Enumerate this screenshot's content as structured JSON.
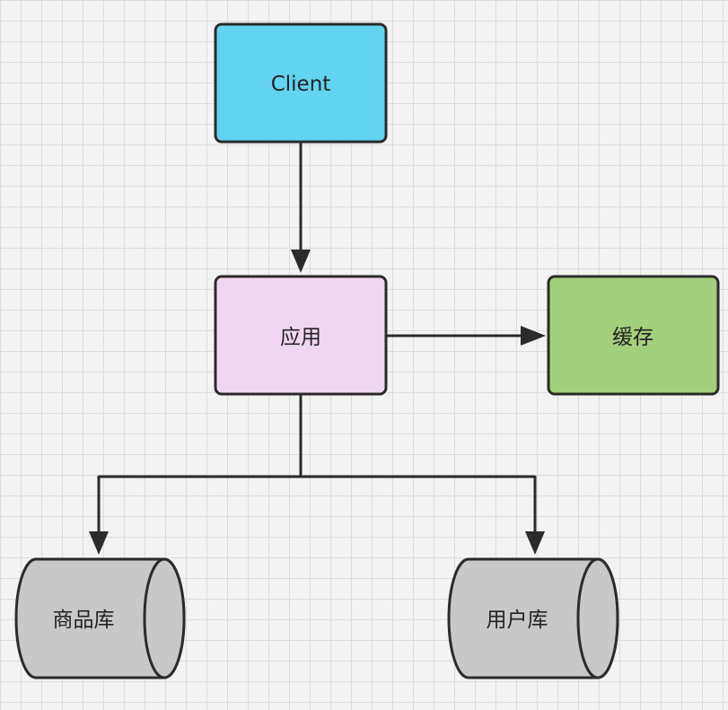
{
  "diagram": {
    "nodes": {
      "client": {
        "label": "Client",
        "color": "#62d3f0"
      },
      "app": {
        "label": "应用",
        "color": "#f0d6f0"
      },
      "cache": {
        "label": "缓存",
        "color": "#a3d07c"
      },
      "goods_db": {
        "label": "商品库",
        "color": "#c8c8c8"
      },
      "user_db": {
        "label": "用户库",
        "color": "#c8c8c8"
      }
    },
    "edges": [
      {
        "from": "Client",
        "to": "应用"
      },
      {
        "from": "应用",
        "to": "缓存"
      },
      {
        "from": "应用",
        "to": "商品库"
      },
      {
        "from": "应用",
        "to": "用户库"
      }
    ],
    "stroke_color": "#2b2b2b"
  }
}
